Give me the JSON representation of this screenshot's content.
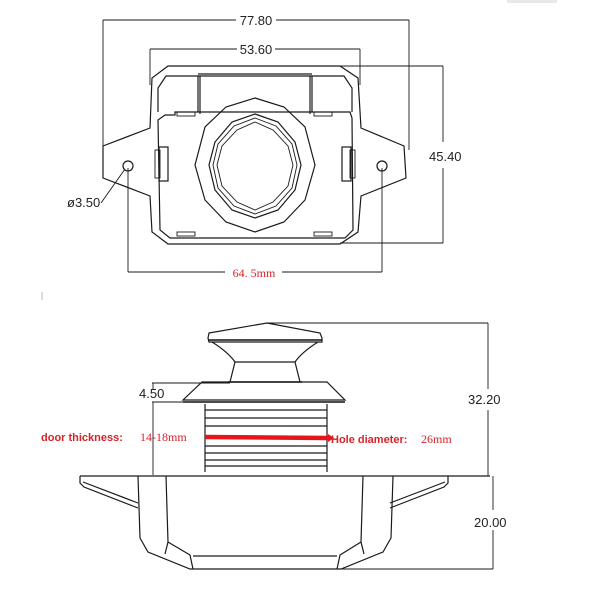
{
  "top_view": {
    "overall_width": "77.80",
    "body_width": "53.60",
    "height": "45.40",
    "hole_diameter": "ø3.50",
    "hole_spacing": "64. 5mm"
  },
  "side_view": {
    "flange_thickness": "4.50",
    "overall_height": "32.20",
    "base_height": "20.00",
    "door_thickness_label": "door thickness:",
    "door_thickness_value": "14-18mm",
    "hole_diameter_label": "Hole diameter:",
    "hole_diameter_value": "26mm"
  },
  "colors": {
    "line": "#1a1a1a",
    "annotation_red": "#d8232a",
    "background": "#ffffff"
  }
}
